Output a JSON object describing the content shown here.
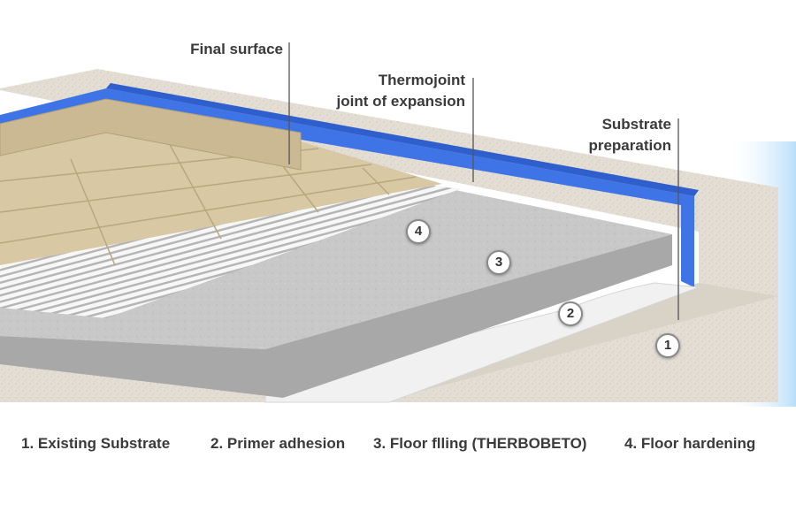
{
  "callouts": {
    "final_surface": "Final surface",
    "thermojoint_line1": "Thermojoint",
    "thermojoint_line2": "joint of expansion",
    "substrate_line1": "Substrate",
    "substrate_line2": "preparation"
  },
  "badges": [
    "1",
    "2",
    "3",
    "4"
  ],
  "legend": [
    "1. Existing Substrate",
    "2. Primer adhesion",
    "3. Floor flling (THERBOBETO)",
    "4. Floor hardening"
  ],
  "colors": {
    "concrete": "#e2dcd3",
    "joint_blue": "#3f74e6",
    "filling_grey": "#c9c9c9",
    "tile_beige": "#d8c8a4",
    "sky_blue": "#cfe8fa"
  }
}
